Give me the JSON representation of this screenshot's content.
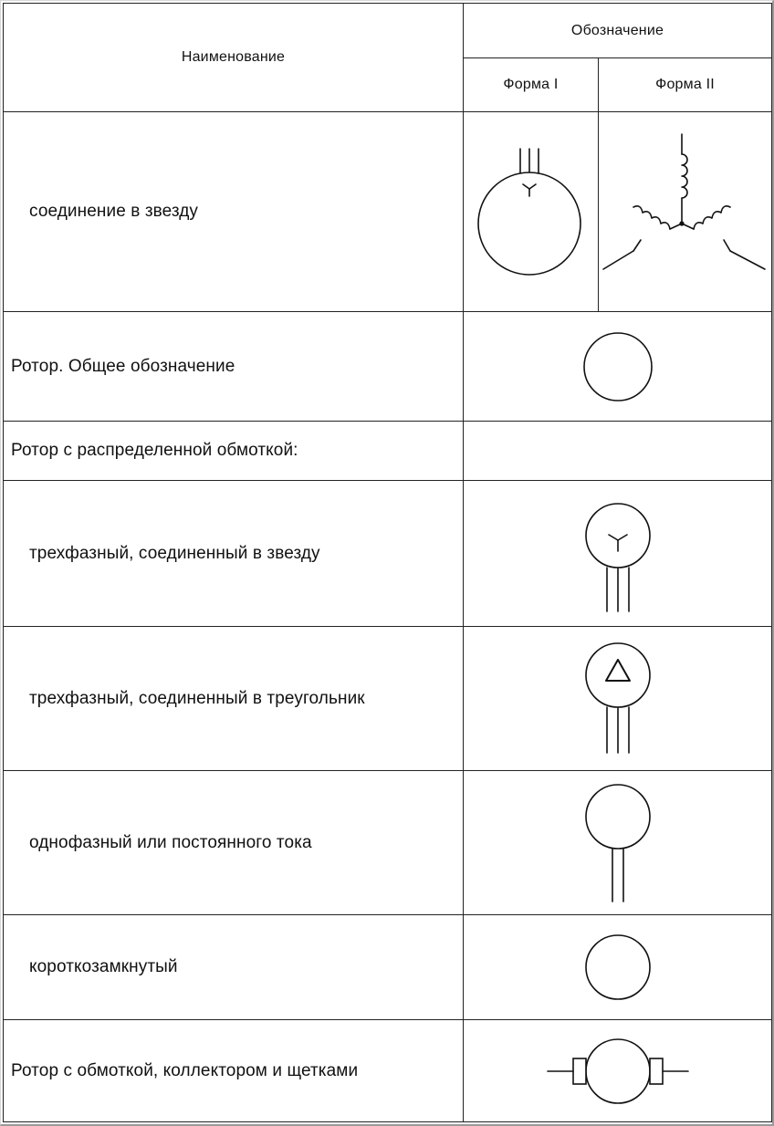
{
  "header": {
    "name_col": "Наименование",
    "designation": "Обозначение",
    "form1": "Форма I",
    "form2": "Форма II"
  },
  "rows": [
    {
      "label": "соединение в звезду",
      "symbol_form1": "stator-star-winding-icon",
      "symbol_form2": "star-connected-coils-icon"
    },
    {
      "label": "Ротор. Общее обозначение",
      "symbol": "rotor-circle-icon"
    },
    {
      "label": "Ротор с распределенной обмоткой:"
    },
    {
      "label": "трехфазный, соединенный в звезду",
      "symbol": "rotor-star-three-leads-icon"
    },
    {
      "label": "трехфазный, соединенный в треугольник",
      "symbol": "rotor-delta-three-leads-icon"
    },
    {
      "label": "однофазный или постоянного тока",
      "symbol": "rotor-two-leads-icon"
    },
    {
      "label": "короткозамкнутый",
      "symbol": "squirrel-cage-rotor-icon"
    },
    {
      "label": "Ротор с обмоткой, коллектором и щетками",
      "symbol": "commutator-rotor-brushes-icon"
    }
  ]
}
